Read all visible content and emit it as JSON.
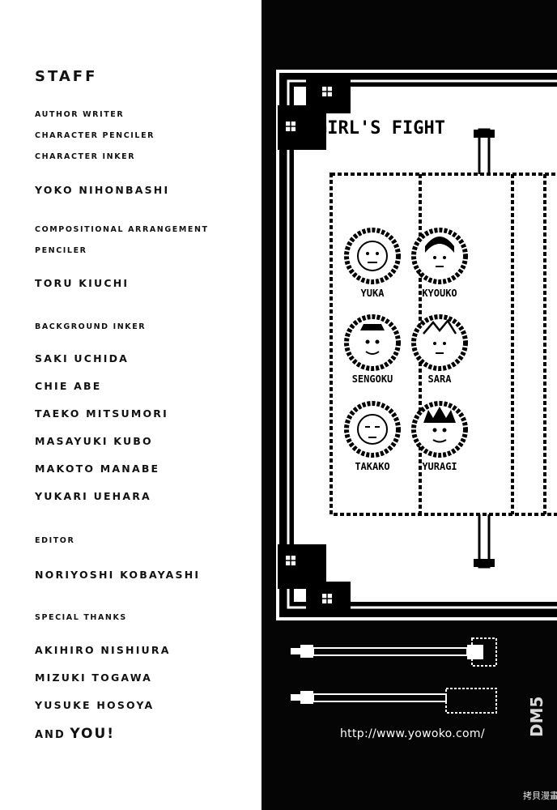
{
  "staff": {
    "heading": "STAFF",
    "author_roles": [
      "AUTHOR WRITER",
      "CHARACTER PENCILER",
      "CHARACTER INKER"
    ],
    "author_name": "YOKO NIHONBASHI",
    "composition_roles": [
      "COMPOSITIONAL ARRANGEMENT",
      "PENCILER"
    ],
    "composition_name": "TORU KIUCHI",
    "background_role": "BACKGROUND INKER",
    "background_names": [
      "SAKI UCHIDA",
      "CHIE ABE",
      "TAEKO MITSUMORI",
      "MASAYUKI KUBO",
      "MAKOTO MANABE",
      "YUKARI UEHARA"
    ],
    "editor_role": "EDITOR",
    "editor_name": "NORIYOSHI KOBAYASHI",
    "thanks_role": "SPECIAL THANKS",
    "thanks_names": [
      "AKIHIRO NISHIURA",
      "MIZUKI TOGAWA",
      "YUSUKE HOSOYA"
    ],
    "you_and": "AND",
    "you": "YOU!"
  },
  "game": {
    "title": "GIRL'S FIGHT",
    "characters": [
      "YUKA",
      "KYOUKO",
      "SENGOKU",
      "SARA",
      "TAKAKO",
      "YURAGI"
    ]
  },
  "url": "http://www.yowoko.com/",
  "watermark": {
    "brand": "DM5",
    "site": "拷貝漫畫"
  }
}
